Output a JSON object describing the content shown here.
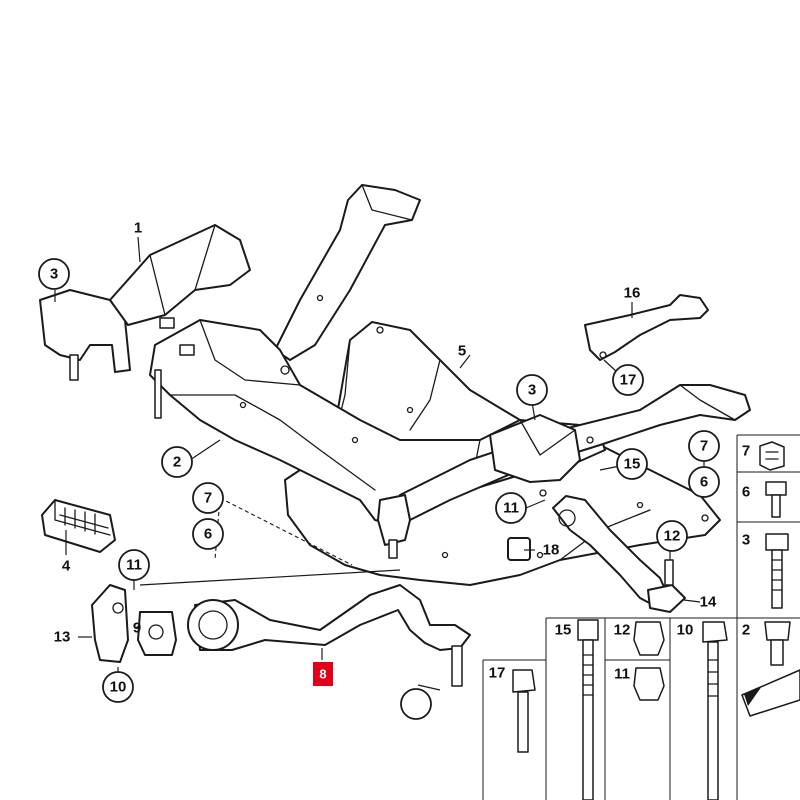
{
  "diagram": {
    "callouts": {
      "c1": "1",
      "c2": "2",
      "c3a": "3",
      "c3b": "3",
      "c4": "4",
      "c5": "5",
      "c6a": "6",
      "c6b": "6",
      "c7a": "7",
      "c7b": "7",
      "c8": "8",
      "c9": "9",
      "c10a": "10",
      "c11a": "11",
      "c11b": "11",
      "c12": "12",
      "c13": "13",
      "c14": "14",
      "c15": "15",
      "c16": "16",
      "c17": "17",
      "c18": "18"
    },
    "hardware_legend": {
      "h7": "7",
      "h6": "6",
      "h3": "3",
      "h15": "15",
      "h12": "12",
      "h10": "10",
      "h2": "2",
      "h11": "11",
      "h17": "17"
    },
    "highlight_color": "#e0001a",
    "icons": [
      "frame-arrow-icon"
    ]
  }
}
